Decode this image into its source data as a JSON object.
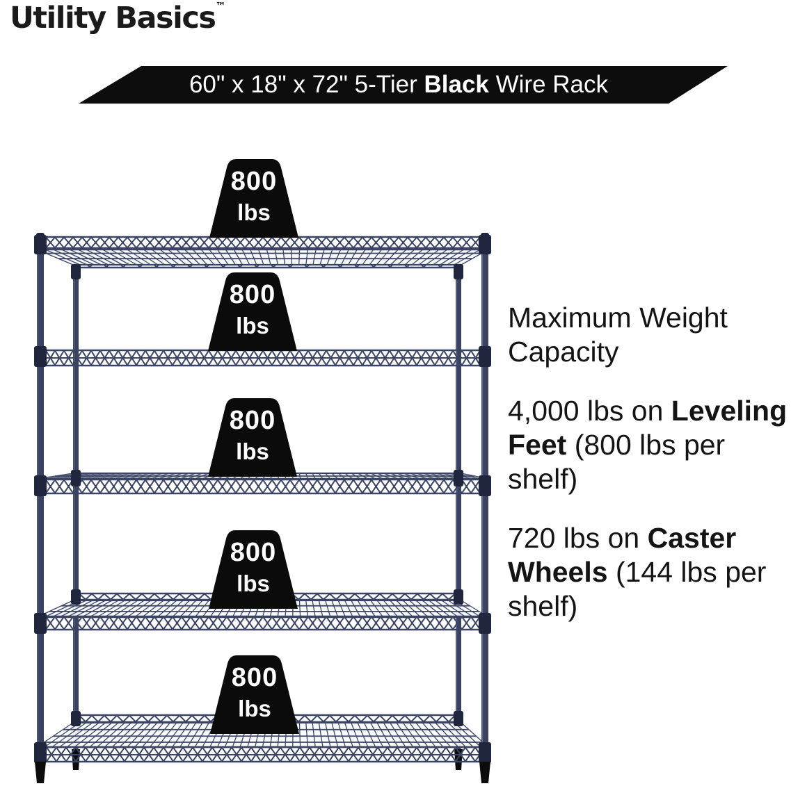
{
  "brand": {
    "name": "Utility Basics",
    "trademark": "™"
  },
  "banner": {
    "pre": "60\" x 18\" x 72\" 5-Tier ",
    "bold": "Black",
    "post": " Wire Rack",
    "bg_color": "#0d0d0d",
    "text_color": "#ffffff"
  },
  "rack": {
    "tiers": 5,
    "frame_color": "#39415f",
    "weight_block_color": "#0b0b0b"
  },
  "weights": [
    {
      "value": "800",
      "unit": "lbs"
    },
    {
      "value": "800",
      "unit": "lbs"
    },
    {
      "value": "800",
      "unit": "lbs"
    },
    {
      "value": "800",
      "unit": "lbs"
    },
    {
      "value": "800",
      "unit": "lbs"
    }
  ],
  "capacity": {
    "heading_line1": "Maximum Weight",
    "heading_line2": "Capacity",
    "leveling": {
      "line1_pre": "4,000 lbs on ",
      "line1_bold": "Leveling",
      "line2_bold": "Feet",
      "line2_post": " (800 lbs per",
      "line3": "shelf)"
    },
    "caster": {
      "line1_pre": "720 lbs on ",
      "line1_bold": "Caster",
      "line2_bold": "Wheels",
      "line2_post": " (144 lbs per",
      "line3": "shelf)"
    }
  }
}
